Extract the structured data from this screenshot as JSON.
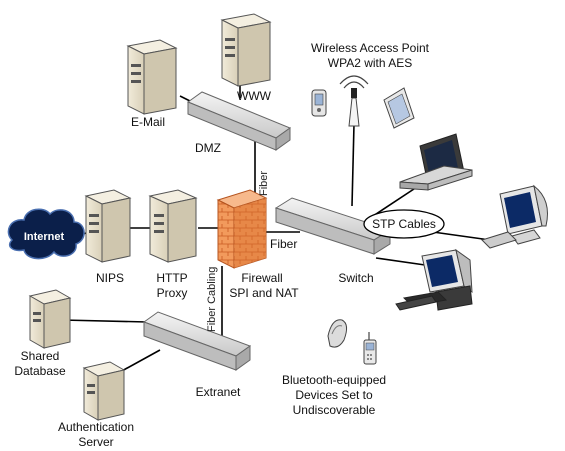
{
  "labels": {
    "email": "E-Mail",
    "www": "WWW",
    "dmz": "DMZ",
    "fiber_vertical": "Fiber",
    "fiber_horizontal": "Fiber",
    "wap_line1": "Wireless Access Point",
    "wap_line2": "WPA2 with AES",
    "stp_cables": "STP Cables",
    "internet": "Internet",
    "nips": "NIPS",
    "http_proxy_line1": "HTTP",
    "http_proxy_line2": "Proxy",
    "firewall_line1": "Firewall",
    "firewall_line2": "SPI and NAT",
    "switch": "Switch",
    "fiber_cabling": "Fiber Cabling",
    "shared_db_line1": "Shared",
    "shared_db_line2": "Database",
    "extranet": "Extranet",
    "auth_line1": "Authentication",
    "auth_line2": "Server",
    "bt_line1": "Bluetooth-equipped",
    "bt_line2": "Devices Set to",
    "bt_line3": "Undiscoverable"
  },
  "colors": {
    "server_body": "#e9e2cf",
    "server_side": "#cfc6ae",
    "switch_body": "#dcdcdc",
    "firewall": "#f08a4b",
    "internet_cloud": "#0b1f4a",
    "wire": "#000000"
  }
}
